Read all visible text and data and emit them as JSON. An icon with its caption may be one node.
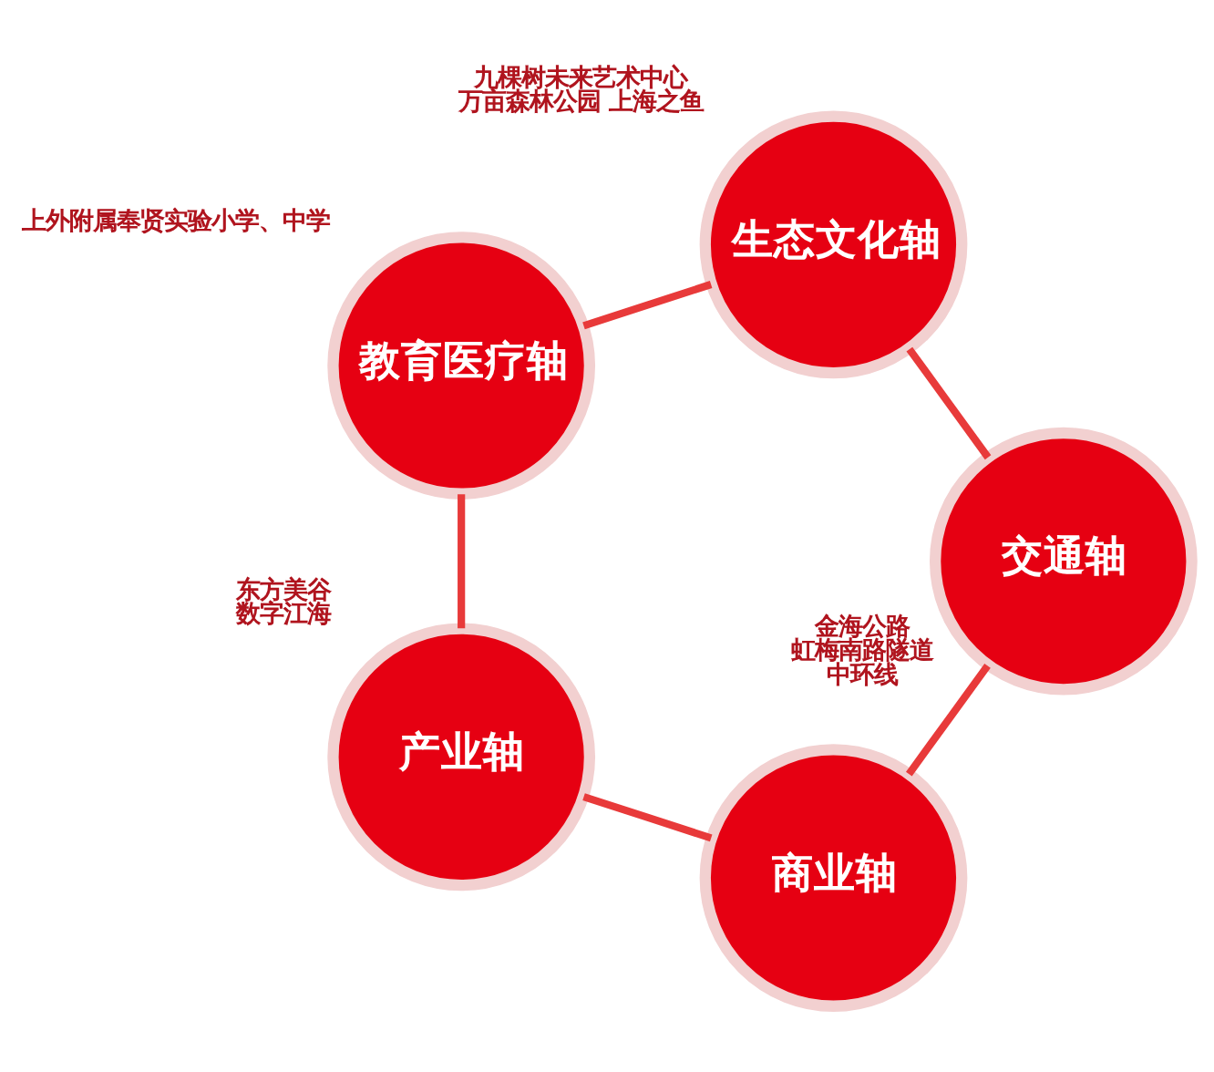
{
  "diagram": {
    "nodes": [
      {
        "text": [
          "商业轴"
        ]
      },
      {
        "text": [
          "交通轴"
        ],
        "beside": [
          "金海公路",
          "虹梅南路隧道",
          "中环线"
        ]
      },
      {
        "text": [
          "产业轴"
        ],
        "beside": [
          "东方美谷",
          "数字江海"
        ]
      },
      {
        "text": [
          "生态文化轴"
        ],
        "beside": [
          "九棵树未来艺术中心",
          "万亩森林公园 上海之鱼"
        ]
      },
      {
        "text": [
          "教育医疗轴"
        ],
        "beside": [
          "上外附属奉贤实验小学、中学"
        ]
      }
    ],
    "edges": [
      {
        "from": 0,
        "to": 2,
        "arrow": "none"
      },
      {
        "from": 2,
        "to": 4,
        "arrow": "none"
      },
      {
        "from": 4,
        "to": 3,
        "arrow": "none"
      },
      {
        "from": 3,
        "to": 1,
        "arrow": "none"
      },
      {
        "from": 1,
        "to": 0,
        "arrow": "none"
      }
    ]
  }
}
